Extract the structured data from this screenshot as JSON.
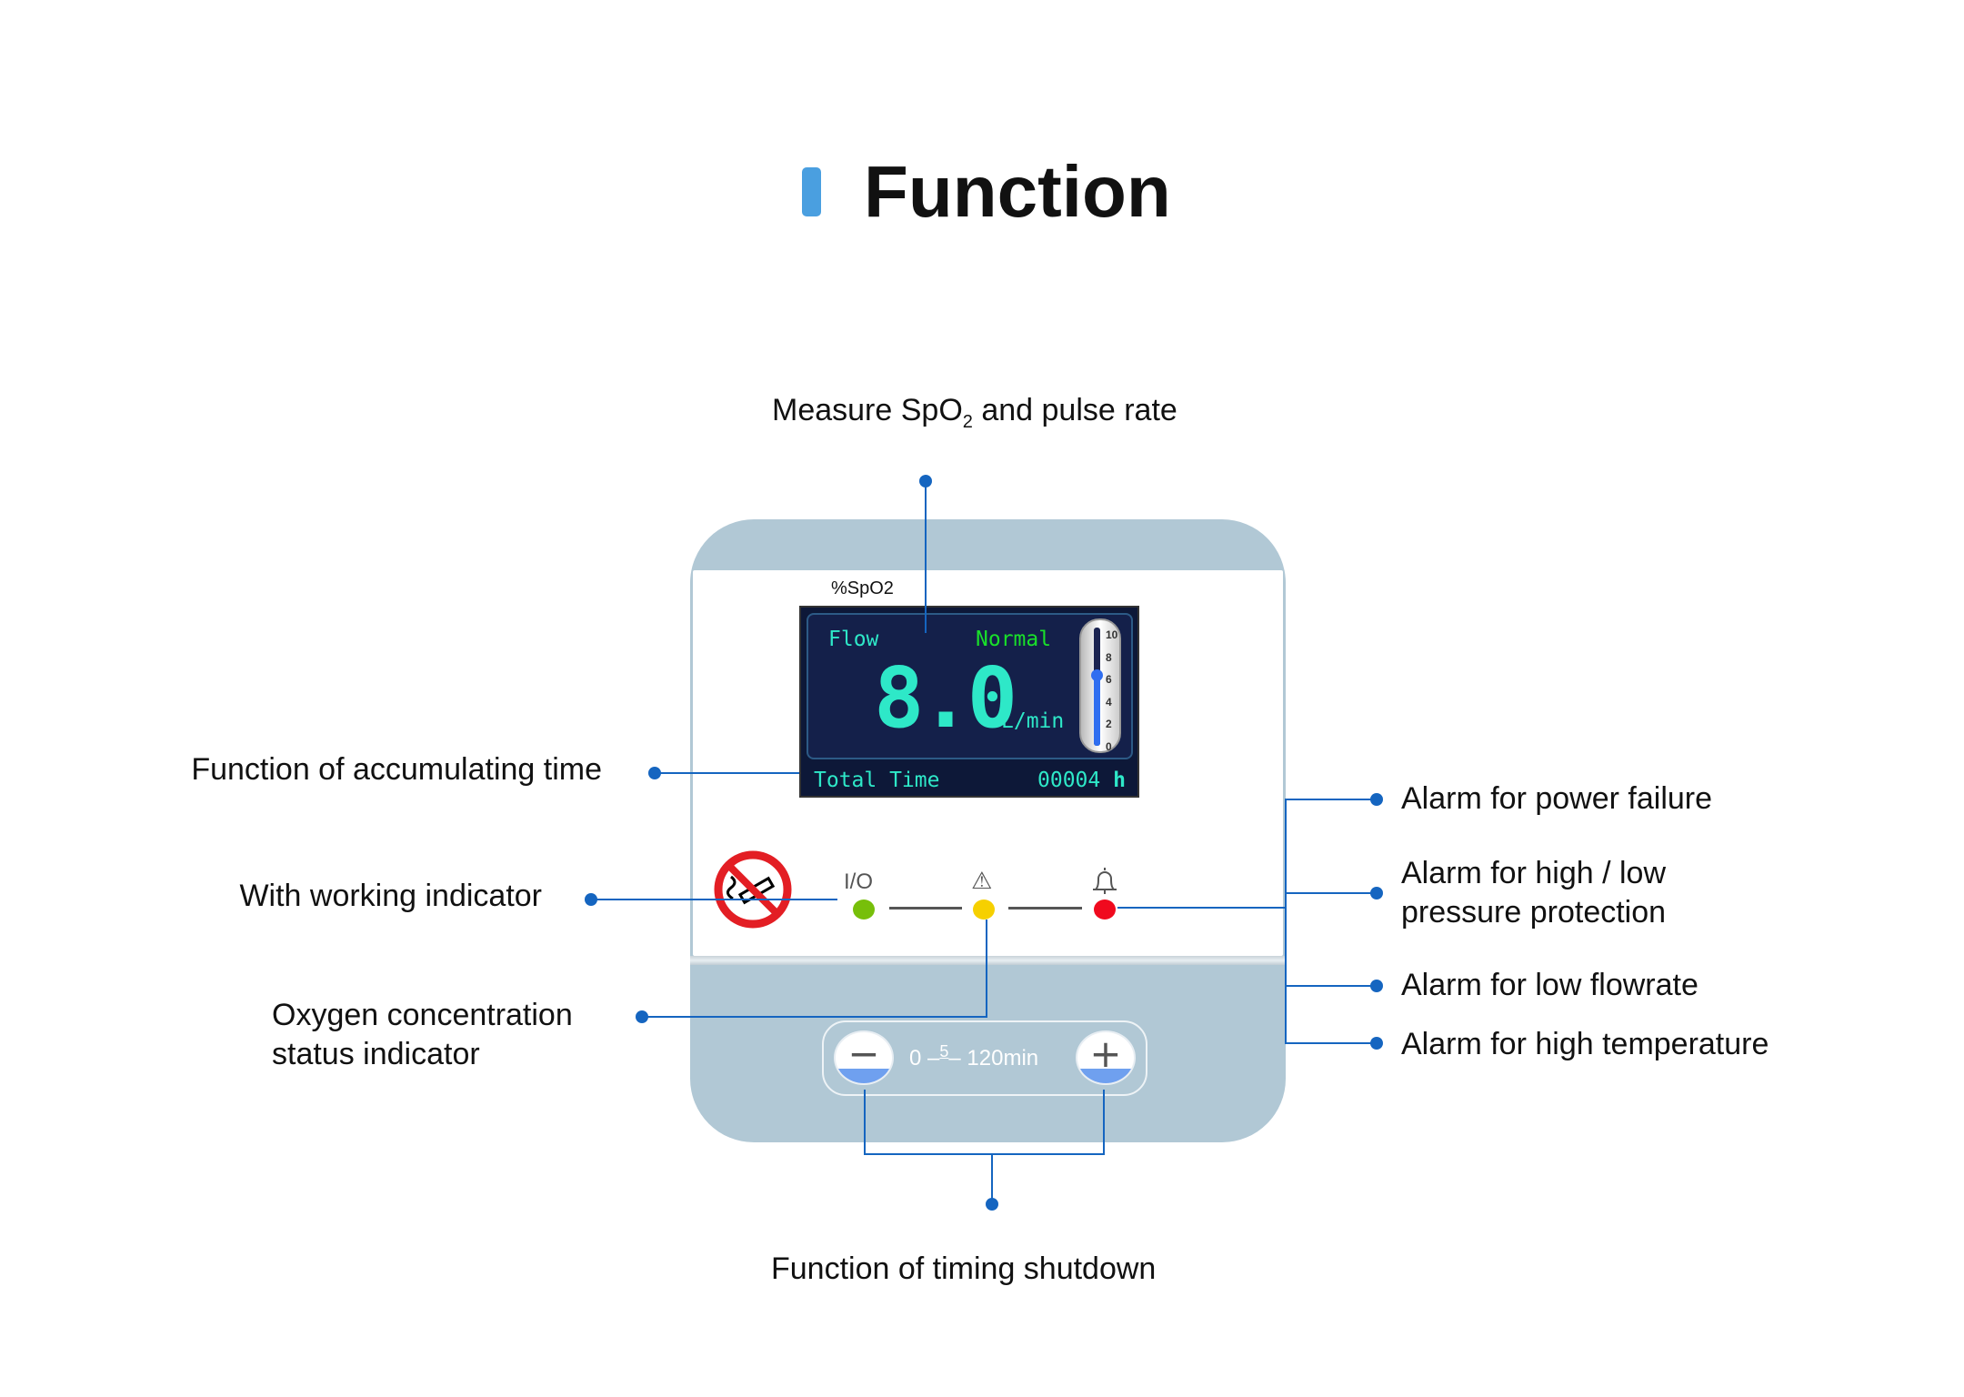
{
  "header": {
    "title": "Function",
    "accent_color": "#4a9fe0"
  },
  "device": {
    "spo2_label": "%SpO2",
    "display": {
      "flow_label": "Flow",
      "status": "Normal",
      "flow_value": "8.0",
      "unit": "L/min",
      "gauge_ticks": [
        "10",
        "8",
        "6",
        "4",
        "2",
        "0"
      ],
      "gauge_level": 6,
      "total_time_label": "Total Time",
      "total_time_value": "00004",
      "total_time_unit": "h"
    },
    "indicators": {
      "power_label": "I/O",
      "warning_symbol": "⚠",
      "bell_symbol": "🔔"
    },
    "timer": {
      "minus": "−",
      "plus": "+",
      "range_start": "0",
      "range_step": "5",
      "range_end": "120min"
    }
  },
  "annotations": {
    "spo2": {
      "text": "Measure SpO",
      "sub": "2",
      "rest": " and pulse rate"
    },
    "accumulating_time": "Function of accumulating time",
    "working_indicator": "With working indicator",
    "oxygen_status": [
      "Oxygen concentration",
      "status indicator"
    ],
    "power_failure": "Alarm for power failure",
    "pressure": [
      "Alarm for high / low",
      "pressure protection"
    ],
    "low_flow": "Alarm for low flowrate",
    "high_temp": "Alarm for high temperature",
    "timing_shutdown": "Function of timing shutdown"
  },
  "colors": {
    "line": "#1565c0",
    "device_blue": "#b1c8d5",
    "screen": "#0d1838",
    "cyan": "#2ee8c8",
    "green": "#19e02a"
  }
}
